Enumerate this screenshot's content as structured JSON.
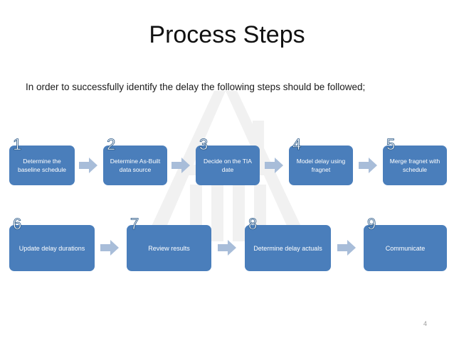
{
  "slide": {
    "title": "Process Steps",
    "intro": "In order to successfully identify the delay the following steps should be followed;",
    "page_number": "4"
  },
  "colors": {
    "box_fill": "#4a7ebb",
    "box_text": "#ffffff",
    "number_outline": "#2e5c8a",
    "arrow_fill": "#a8bdd9",
    "title_text": "#111111",
    "body_text": "#1a1a1a",
    "page_number_text": "#9b9b9b",
    "watermark": "#f2f2f2",
    "background": "#ffffff"
  },
  "process": {
    "row1": [
      {
        "number": "1",
        "label": "Determine the baseline schedule"
      },
      {
        "number": "2",
        "label": "Determine As-Built data source"
      },
      {
        "number": "3",
        "label": "Decide on the TIA date"
      },
      {
        "number": "4",
        "label": "Model delay using fragnet"
      },
      {
        "number": "5",
        "label": "Merge fragnet with schedule"
      }
    ],
    "row2": [
      {
        "number": "6",
        "label": "Update delay durations"
      },
      {
        "number": "7",
        "label": "Review results"
      },
      {
        "number": "8",
        "label": "Determine delay actuals"
      },
      {
        "number": "9",
        "label": "Communicate"
      }
    ],
    "arrow_icon": "arrow-right-icon"
  }
}
